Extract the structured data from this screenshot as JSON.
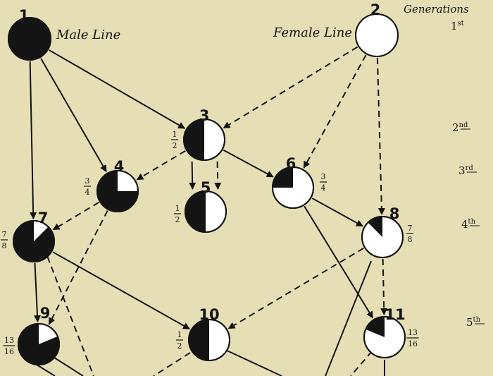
{
  "labels": {
    "male_line": "Male Line",
    "female_line": "Female Line",
    "generations": "Generations"
  },
  "colors": {
    "ink": "#141414",
    "paper": "#e6dfb6",
    "white": "#ffffff"
  },
  "generations": [
    {
      "num": "1",
      "suffix": "st"
    },
    {
      "num": "2",
      "suffix": "nd"
    },
    {
      "num": "3",
      "suffix": "rd"
    },
    {
      "num": "4",
      "suffix": "th"
    },
    {
      "num": "5",
      "suffix": "th"
    }
  ],
  "nodes": [
    {
      "id": "1",
      "fill": 1,
      "fraction": ""
    },
    {
      "id": "2",
      "fill": 0,
      "fraction": ""
    },
    {
      "id": "3",
      "fill": 0.5,
      "fraction": "1/2"
    },
    {
      "id": "4",
      "fill": 0.75,
      "fraction": "3/4"
    },
    {
      "id": "5",
      "fill": 0.5,
      "fraction": "1/2"
    },
    {
      "id": "6",
      "fill": 0.25,
      "fraction": "3/4"
    },
    {
      "id": "7",
      "fill": 0.875,
      "fraction": "7/8"
    },
    {
      "id": "8",
      "fill": 0.125,
      "fraction": "7/8"
    },
    {
      "id": "9",
      "fill": 0.8125,
      "fraction": "13/16"
    },
    {
      "id": "10",
      "fill": 0.5,
      "fraction": "1/2"
    },
    {
      "id": "11",
      "fill": 0.1875,
      "fraction": "13/16"
    }
  ],
  "edges": [
    {
      "from": "1",
      "to": "3",
      "style": "solid"
    },
    {
      "from": "1",
      "to": "4",
      "style": "solid"
    },
    {
      "from": "1",
      "to": "7",
      "style": "solid"
    },
    {
      "from": "2",
      "to": "3",
      "style": "dashed"
    },
    {
      "from": "2",
      "to": "6",
      "style": "dashed"
    },
    {
      "from": "2",
      "to": "8",
      "style": "dashed"
    },
    {
      "from": "3",
      "to": "4",
      "style": "dashed"
    },
    {
      "from": "3",
      "to": "5",
      "style": "solid"
    },
    {
      "from": "3",
      "to": "5",
      "style": "dashed"
    },
    {
      "from": "3",
      "to": "6",
      "style": "solid"
    },
    {
      "from": "4",
      "to": "7",
      "style": "dashed"
    },
    {
      "from": "4",
      "to": "9",
      "style": "dashed"
    },
    {
      "from": "6",
      "to": "8",
      "style": "solid"
    },
    {
      "from": "6",
      "to": "11",
      "style": "solid"
    },
    {
      "from": "7",
      "to": "9",
      "style": "solid"
    },
    {
      "from": "7",
      "to": "10",
      "style": "solid"
    },
    {
      "from": "8",
      "to": "10",
      "style": "dashed"
    },
    {
      "from": "8",
      "to": "11",
      "style": "dashed"
    }
  ]
}
